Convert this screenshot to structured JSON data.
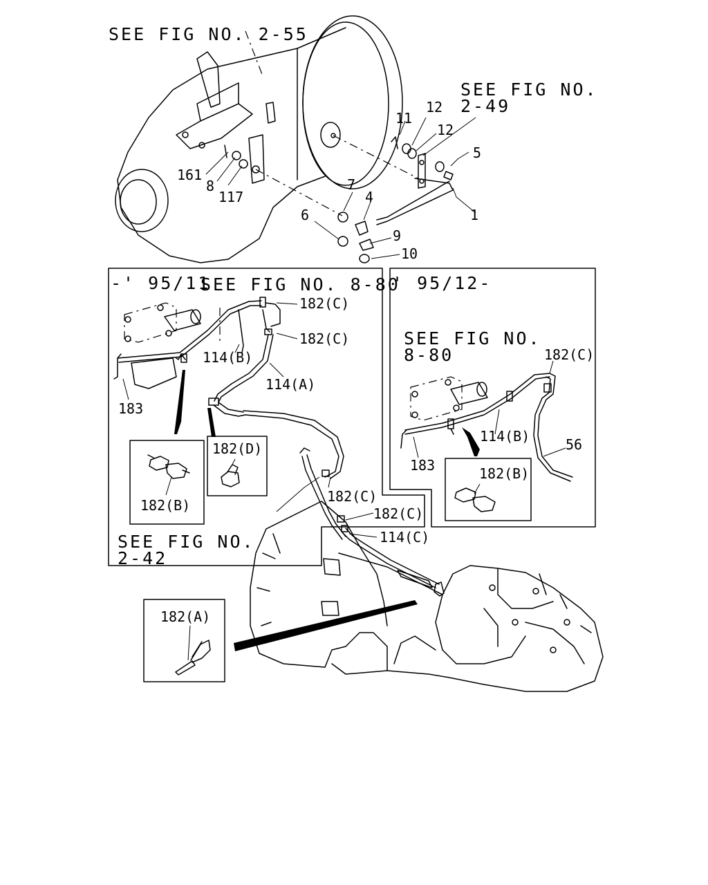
{
  "refs": {
    "fig_2_55": "SEE FIG NO. 2-55",
    "fig_2_49_a": "SEE FIG NO.",
    "fig_2_49_b": "2-49",
    "fig_8_80_left": "SEE FIG NO. 8-80",
    "fig_8_80_right_a": "SEE FIG NO.",
    "fig_8_80_right_b": "8-80",
    "fig_2_42_a": "SEE FIG NO.",
    "fig_2_42_b": "2-42"
  },
  "ranges": {
    "left": "-' 95/11",
    "right": "' 95/12-"
  },
  "parts": {
    "p1": "1",
    "p4": "4",
    "p5": "5",
    "p6": "6",
    "p7": "7",
    "p8": "8",
    "p9": "9",
    "p10": "10",
    "p11": "11",
    "p12a": "12",
    "p12b": "12",
    "p117": "117",
    "p161": "161",
    "left_182c_a": "182(C)",
    "left_182c_b": "182(C)",
    "left_114b": "114(B)",
    "left_114a": "114(A)",
    "left_183": "183",
    "left_182c_c": "182(C)",
    "left_182c_d": "182(C)",
    "left_114c": "114(C)",
    "right_182c": "182(C)",
    "right_114b": "114(B)",
    "right_56": "56",
    "right_183": "183"
  },
  "insets": {
    "clip_182b_left": "182(B)",
    "clip_182d": "182(D)",
    "clip_182b_right": "182(B)",
    "tie_182a": "182(A)"
  }
}
